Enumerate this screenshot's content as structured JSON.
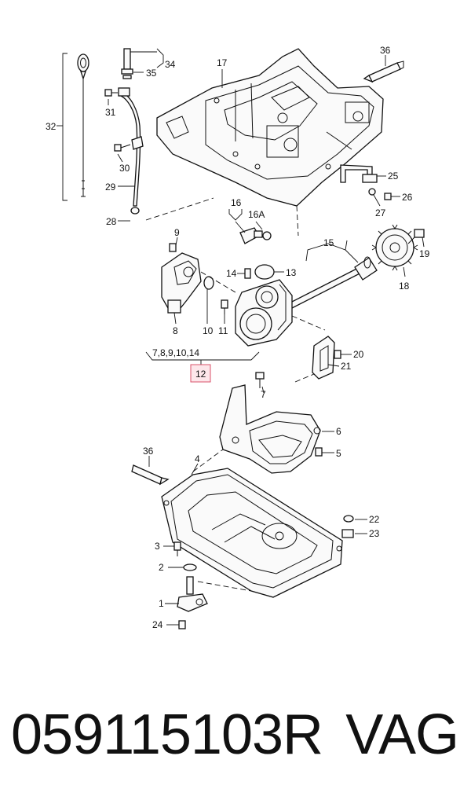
{
  "diagram": {
    "callouts": {
      "c32": "32",
      "c34": "34",
      "c35": "35",
      "c31": "31",
      "c30": "30",
      "c29": "29",
      "c28": "28",
      "c17": "17",
      "c36_top": "36",
      "c25": "25",
      "c26": "26",
      "c27": "27",
      "c16": "16",
      "c16a": "16A",
      "c15": "15",
      "c18": "18",
      "c19": "19",
      "c9": "9",
      "c14": "14",
      "c13": "13",
      "c8": "8",
      "c10": "10",
      "c11": "11",
      "group_refs": "7,8,9,10,14",
      "c12": "12",
      "c7": "7",
      "c20": "20",
      "c21": "21",
      "c6": "6",
      "c5": "5",
      "c4": "4",
      "c36_bottom": "36",
      "c22": "22",
      "c23": "23",
      "c3": "3",
      "c2": "2",
      "c1": "1",
      "c24": "24"
    },
    "highlight_color": "#d9536b"
  },
  "footer": {
    "part_number": "059115103R",
    "brand": "VAG"
  }
}
